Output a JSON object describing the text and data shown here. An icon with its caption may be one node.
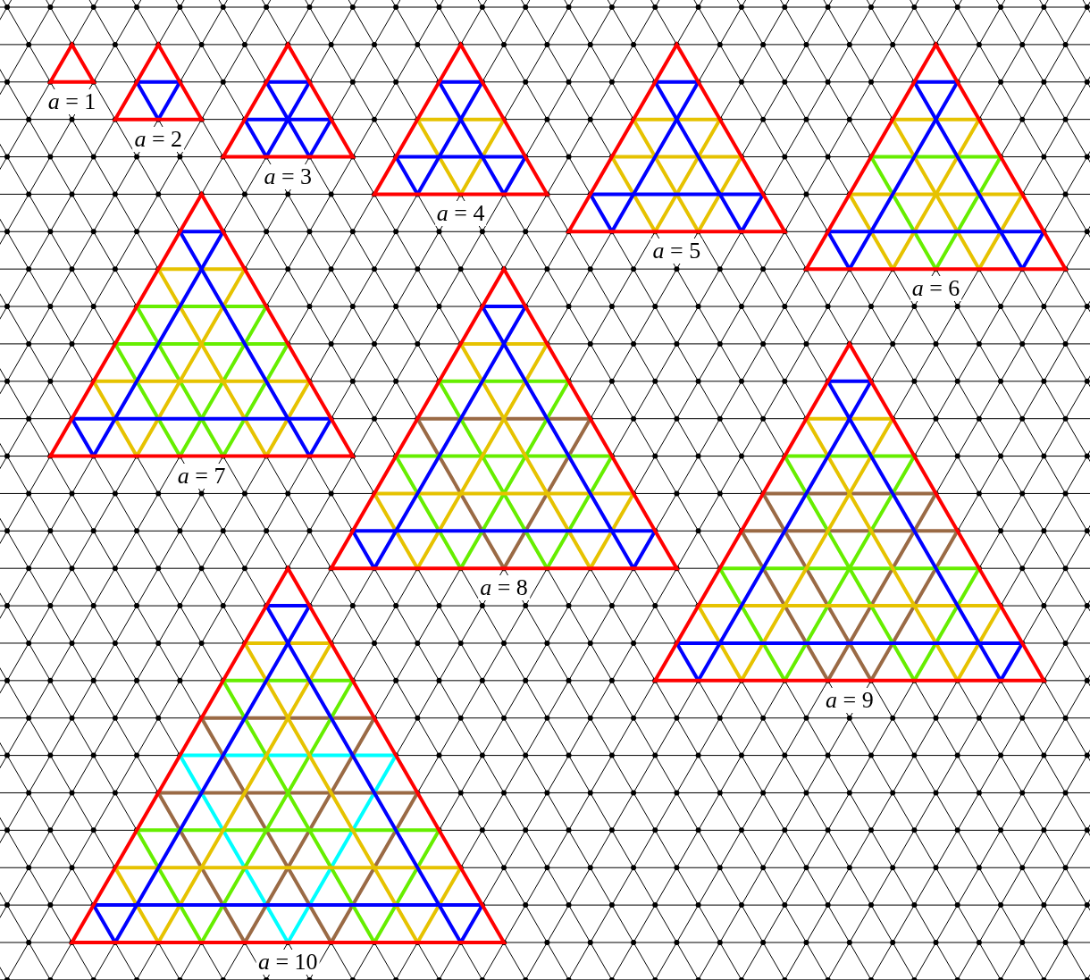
{
  "diagram": {
    "labels": [
      "*a* = 1",
      "*a* = 2",
      "*a* = 3",
      "*a* = 4",
      "*a* = 5",
      "*a* = 6",
      "*a* = 7",
      "*a* = 8",
      "*a* = 9",
      "*a* = 10"
    ]
  }
}
